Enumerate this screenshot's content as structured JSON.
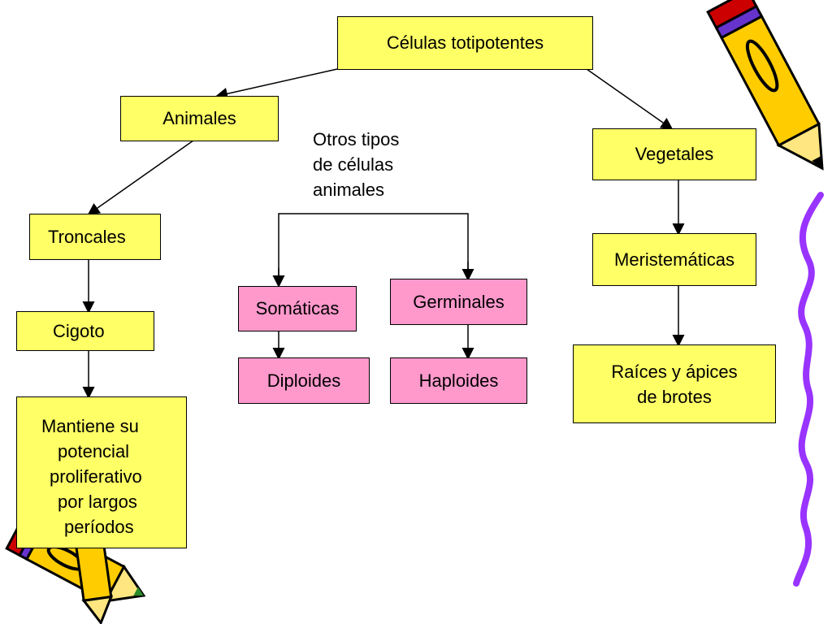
{
  "nodes": {
    "root": "Células totipotentes",
    "animales": "Animales",
    "vegetales": "Vegetales",
    "otros_line1": "Otros tipos",
    "otros_line2": "de células",
    "otros_line3": "animales",
    "troncales": "Troncales",
    "cigoto": "Cigoto",
    "mantiene_line1": "Mantiene su",
    "mantiene_line2": "potencial",
    "mantiene_line3": "proliferativo",
    "mantiene_line4": "por largos",
    "mantiene_line5": "períodos",
    "somaticas": "Somáticas",
    "germinales": "Germinales",
    "diploides": "Diploides",
    "haploides": "Haploides",
    "meristematicas": "Meristemáticas",
    "raices_line1": "Raíces y ápices",
    "raices_line2": "de brotes"
  },
  "colors": {
    "yellow": "#ffff66",
    "pink": "#ff99cc",
    "pencil_body": "#ffcc00",
    "pencil_dark": "#000000",
    "pencil_eraser": "#cc0000",
    "pencil_band": "#6633cc",
    "squiggle": "#9933ff"
  },
  "decorations": {
    "top_right": "pencil-icon",
    "bottom_left": "pencil-icon",
    "right_edge": "squiggle-line"
  }
}
